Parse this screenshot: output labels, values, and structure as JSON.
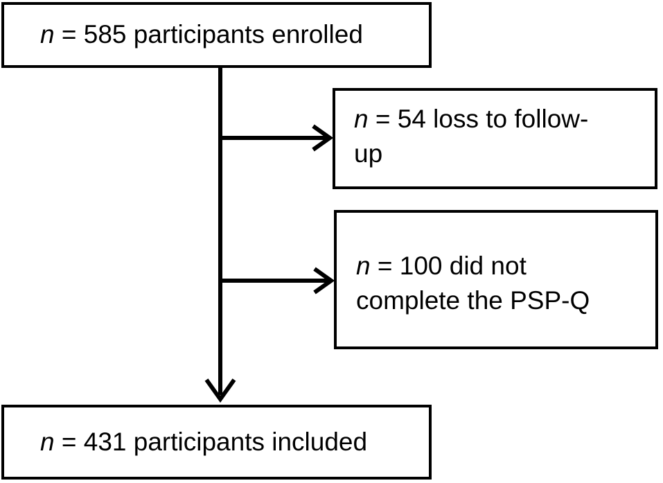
{
  "flow": {
    "enrolled": {
      "prefix": "n",
      "text": " = 585 participants enrolled"
    },
    "loss": {
      "prefix": "n",
      "text": " = 54 loss to follow-",
      "text2": "up"
    },
    "psp": {
      "prefix": "n",
      "text": " = 100 did not",
      "text2": "complete the PSP-Q"
    },
    "included": {
      "prefix": "n",
      "text": " = 431 participants included"
    }
  }
}
